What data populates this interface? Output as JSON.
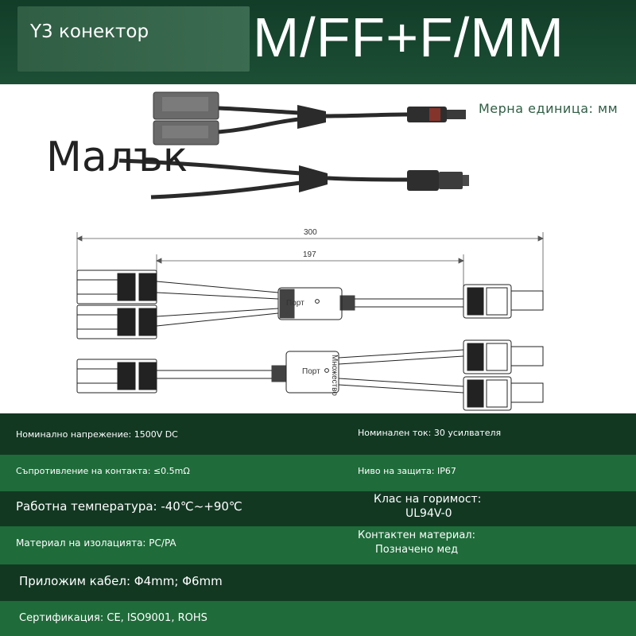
{
  "header": {
    "brand_label": "Y3 конектор",
    "model_label": "M/FF+F/MM"
  },
  "photo": {
    "unit_label": "Мерна единица: мм",
    "overlay_word": "Малък"
  },
  "drawing": {
    "dim_total": "300",
    "dim_branch": "197",
    "port_label_top": "Порт",
    "port_label_bottom": "Порт",
    "multiplicity_label": "Множество"
  },
  "specs": {
    "rated_voltage": "Номинално напрежение: 1500V DC",
    "rated_current": "Номинален ток: 30 усилвателя",
    "contact_resistance": "Съпротивление на контакта: ≤0.5mΩ",
    "protection_level": "Ниво на защита: IP67",
    "operating_temperature": "Работна температура: -40℃~+90℃",
    "flammability_title": "Клас на горимост:",
    "flammability_value": "UL94V-0",
    "insulation_material": "Материал на изолацията: PC/PA",
    "contact_material_title": "Контактен материал:",
    "contact_material_value": "Позначено мед",
    "applicable_cable": "Приложим кабел: Φ4mm; Φ6mm",
    "certification": "Сертификация: CE, ISO9001, ROHS"
  },
  "colors": {
    "header_dark": "#123d28",
    "row_light": "#1f6b3a",
    "row_dark": "#123822"
  }
}
